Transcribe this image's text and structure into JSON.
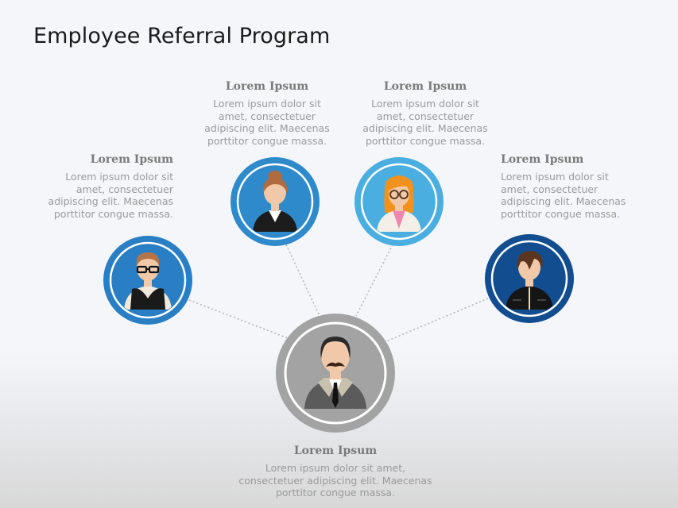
{
  "title": "Employee Referral Program",
  "colors": {
    "blue_mid": "#2a7fc4",
    "blue_top1": "#2e8acb",
    "blue_light": "#4aaee0",
    "blue_dark": "#124e8f",
    "gray_center": "#a3a3a3",
    "connector": "#b5b5b5",
    "background_top": "#f5f6fa",
    "background_bottom": "#d8d8d8"
  },
  "nodes": [
    {
      "id": "left",
      "heading": "Lorem Ipsum",
      "body_lines": [
        "Lorem ipsum dolor sit",
        "amet, consectetuer",
        "adipiscing elit. Maecenas",
        "porttitor congue massa."
      ],
      "icon": "man-glasses-vest-avatar"
    },
    {
      "id": "top-left",
      "heading": "Lorem Ipsum",
      "body_lines": [
        "Lorem ipsum dolor sit",
        "amet, consectetuer",
        "adipiscing elit. Maecenas",
        "porttitor congue massa."
      ],
      "icon": "woman-bun-suit-avatar"
    },
    {
      "id": "top-right",
      "heading": "Lorem Ipsum",
      "body_lines": [
        "Lorem ipsum dolor sit",
        "amet, consectetuer",
        "adipiscing elit. Maecenas",
        "porttitor congue massa."
      ],
      "icon": "woman-glasses-orange-hair-avatar"
    },
    {
      "id": "right",
      "heading": "Lorem Ipsum",
      "body_lines": [
        "Lorem ipsum dolor sit",
        "amet, consectetuer",
        "adipiscing elit. Maecenas",
        "porttitor congue massa."
      ],
      "icon": "young-man-jacket-avatar"
    },
    {
      "id": "center",
      "heading": "Lorem Ipsum",
      "body_lines": [
        "Lorem ipsum dolor sit amet,",
        "consectetuer adipiscing elit. Maecenas",
        "porttitor congue massa."
      ],
      "icon": "man-mustache-suit-avatar"
    }
  ]
}
